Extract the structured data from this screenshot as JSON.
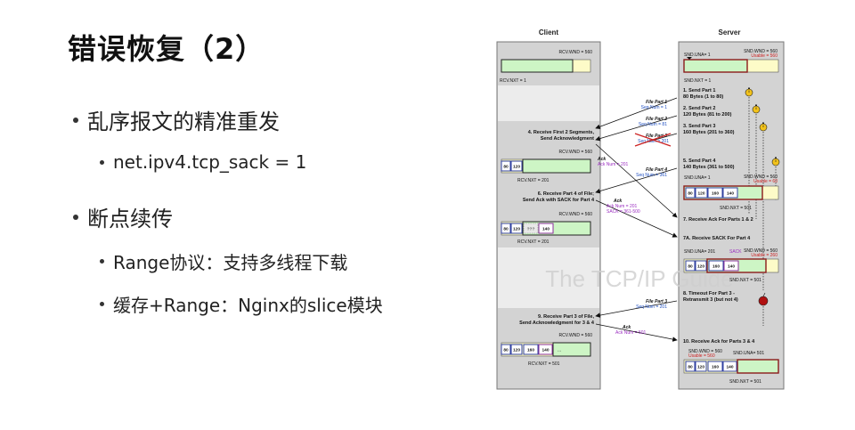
{
  "slide": {
    "title": "错误恢复（2）",
    "bullets": [
      {
        "text": "乱序报文的精准重发",
        "level": 1
      },
      {
        "text": "net.ipv4.tcp_sack = 1",
        "level": 2
      },
      {
        "text": "断点续传",
        "level": 1
      },
      {
        "text": "Range协议：支持多线程下载",
        "level": 2
      },
      {
        "text": "缓存+Range：Nginx的slice模块",
        "level": 2
      }
    ]
  },
  "diagram": {
    "client_label": "Client",
    "server_label": "Server",
    "watermark": "The TCP/IP Guide",
    "client": {
      "rcv_wnd_1": "RCV.WND = 560",
      "rcv_nxt_1": "RCV.NXT = 1",
      "step4": [
        "4. Receive First 2 Segments,",
        "Send Acknowledgment"
      ],
      "rcv_wnd_2": "RCV.WND = 560",
      "rcv_nxt_2": "RCV.NXT = 201",
      "step6": [
        "6. Receive Part 4 of File;",
        "Send Ack with SACK for Part 4"
      ],
      "rcv_wnd_3": "RCV.WND = 560",
      "rcv_nxt_3": "RCV.NXT = 201",
      "step9": [
        "9. Receive Part 3 of File,",
        "Send Acknowledgment for 3 & 4"
      ],
      "rcv_wnd_4": "RCV.WND = 560",
      "rcv_nxt_4": "RCV.NXT = 501",
      "cells_a": [
        "80",
        "120"
      ],
      "cells_b": [
        "80",
        "120",
        "???",
        "140"
      ],
      "cells_c": [
        "80",
        "120",
        "160",
        "140",
        "..."
      ]
    },
    "server": {
      "snd_una_1": "SND.UNA= 1",
      "snd_wnd_1": "SND.WND = 560",
      "usable_1": "Usable = 560",
      "snd_nxt_1": "SND.NXT = 1",
      "step1": [
        "1. Send Part 1",
        "80 Bytes (1 to 80)"
      ],
      "step2": [
        "2. Send Part 2",
        "120 Bytes (81 to 200)"
      ],
      "step3": [
        "3. Send Part 3",
        "160 Bytes (201 to 360)"
      ],
      "step5": [
        "5. Send Part 4",
        "140 Bytes (361 to 500)"
      ],
      "snd_una_2": "SND.UNA= 1",
      "snd_wnd_2": "SND.WND = 560",
      "usable_2": "Usable = 60",
      "snd_nxt_2": "SND.NXT = 501",
      "step7": "7. Receive Ack For Parts 1 & 2",
      "step7a": "7A. Receive SACK For Part 4",
      "snd_una_3": "SND.UNA= 201",
      "sack_label": "SACK",
      "snd_wnd_3": "SND.WND = 560",
      "usable_3": "Usable = 260",
      "snd_nxt_3": "SND.NXT = 501",
      "step8": [
        "8. Timeout For Part 3 -",
        "Retransmit 3 (but not 4)"
      ],
      "step10": "10. Receive Ack for Parts 3 & 4",
      "snd_wnd_4": "SND.WND = 560",
      "usable_4": "Usable = 560",
      "snd_una_4": "SND.UNA= 501",
      "snd_nxt_4": "SND.NXT = 501",
      "cells_a": [
        "80",
        "120",
        "160",
        "140"
      ],
      "cells_b": [
        "80",
        "120",
        "160",
        "140"
      ],
      "cells_c": [
        "80",
        "120",
        "160",
        "140"
      ]
    },
    "messages": {
      "fp1": [
        "File Part 1",
        "Seq Num = 1"
      ],
      "fp2": [
        "File Part 2",
        "Seq Num = 81"
      ],
      "fp3": [
        "File Part 3",
        "Seq Num = 201"
      ],
      "ack1": [
        "Ack",
        "Ack Num = 201"
      ],
      "fp4": [
        "File Part 4",
        "Seq Num = 361"
      ],
      "ack2": [
        "Ack",
        "Ack Num = 201",
        "SACK = 361-500"
      ],
      "fp3b": [
        "File Part 3",
        "Seq Num = 201"
      ],
      "ack3": [
        "Ack",
        "Ack Num = 501"
      ]
    },
    "colors": {
      "panel": "#d3d3d3",
      "blue_seg": "#3040a0",
      "purple_seg": "#8b2f9c",
      "green_fill": "#cdf5c5",
      "yellow_fill": "#fdfbc8",
      "dark_red": "#8b1a1a",
      "ack_purple": "#9b2fc0",
      "seq_blue": "#2050c0",
      "lost_red": "#cc2222"
    }
  }
}
